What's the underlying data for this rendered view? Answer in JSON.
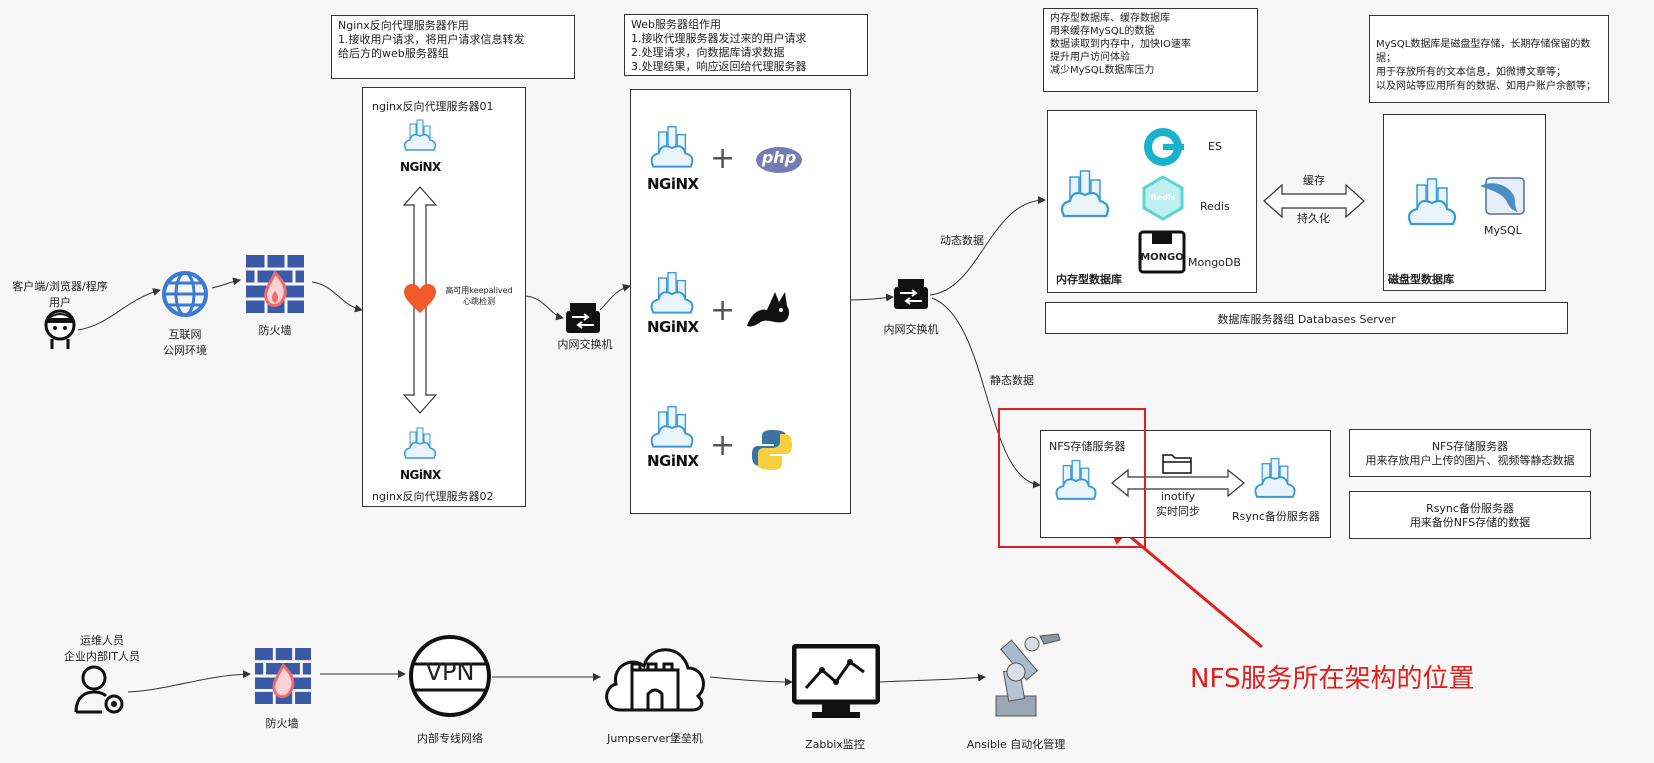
{
  "notes": {
    "nginx_role": [
      "Nginx反向代理服务器作用",
      "1.接收用户请求，将用户请求信息转发",
      "给后方的web服务器组"
    ],
    "web_role": [
      "Web服务器组作用",
      "1.接收代理服务器发过来的用户请求",
      "2.处理请求，向数据库请求数据",
      "3.处理结果，响应返回给代理服务器"
    ],
    "memory_db_role": [
      "内存型数据库、缓存数据库",
      "用来缓存MySQL的数据",
      "数据读取到内存中，加快IO速率",
      "提升用户访问体验",
      "减少MySQL数据库压力"
    ],
    "mysql_role": [
      "MySQL数据库是磁盘型存储，长期存储保留的数据；",
      "用于存放所有的文本信息，如微博文章等；",
      "以及网站等应用所有的数据、如用户账户余额等；"
    ],
    "nfs_role": [
      "NFS存储服务器",
      "用来存放用户上传的图片、视频等静态数据"
    ],
    "rsync_role": [
      "Rsync备份服务器",
      "用来备份NFS存储的数据"
    ]
  },
  "client": {
    "label_line1": "客户端/浏览器/程序",
    "label_line2": "用户"
  },
  "internet": {
    "label_line1": "互联网",
    "label_line2": "公网环境"
  },
  "firewall_top": {
    "label": "防火墙"
  },
  "proxy_group": {
    "server1": "nginx反向代理服务器01",
    "server2": "nginx反向代理服务器02",
    "ha_line1": "高可用keepalived",
    "ha_line2": "心跳检测",
    "nginx_logo": "NGiNX"
  },
  "switch_left": {
    "label": "内网交换机"
  },
  "switch_right": {
    "label": "内网交换机"
  },
  "web_group": {
    "nginx_logo": "NGiNX",
    "php_logo": "php",
    "plus": "+"
  },
  "edges": {
    "dynamic": "动态数据",
    "static": "静态数据",
    "cache": "缓存",
    "persist": "持久化",
    "inotify_line1": "inotify",
    "inotify_line2": "实时同步"
  },
  "memory_db": {
    "title": "内存型数据库",
    "es": "ES",
    "redis": "Redis",
    "redis_logo": "Redis",
    "mongodb": "MongoDB",
    "mongo_logo": "MONGO"
  },
  "disk_db": {
    "title": "磁盘型数据库",
    "mysql": "MySQL"
  },
  "db_group": {
    "label": "数据库服务器组 Databases Server"
  },
  "nfs": {
    "title": "NFS存储服务器",
    "rsync": "Rsync备份服务器"
  },
  "ops": {
    "staff_line1": "运维人员",
    "staff_line2": "企业内部IT人员",
    "firewall": "防火墙",
    "vpn": "内部专线网络",
    "vpn_logo": "VPN",
    "jumpserver": "Jumpserver堡垒机",
    "zabbix": "Zabbix监控",
    "ansible": "Ansible 自动化管理"
  },
  "annotation": {
    "text": "NFS服务所在架构的位置",
    "color": "#e0201e"
  },
  "colors": {
    "accent": "#3a9ad9",
    "firewall": "#3a5aa8",
    "heart": "#f05a28"
  }
}
